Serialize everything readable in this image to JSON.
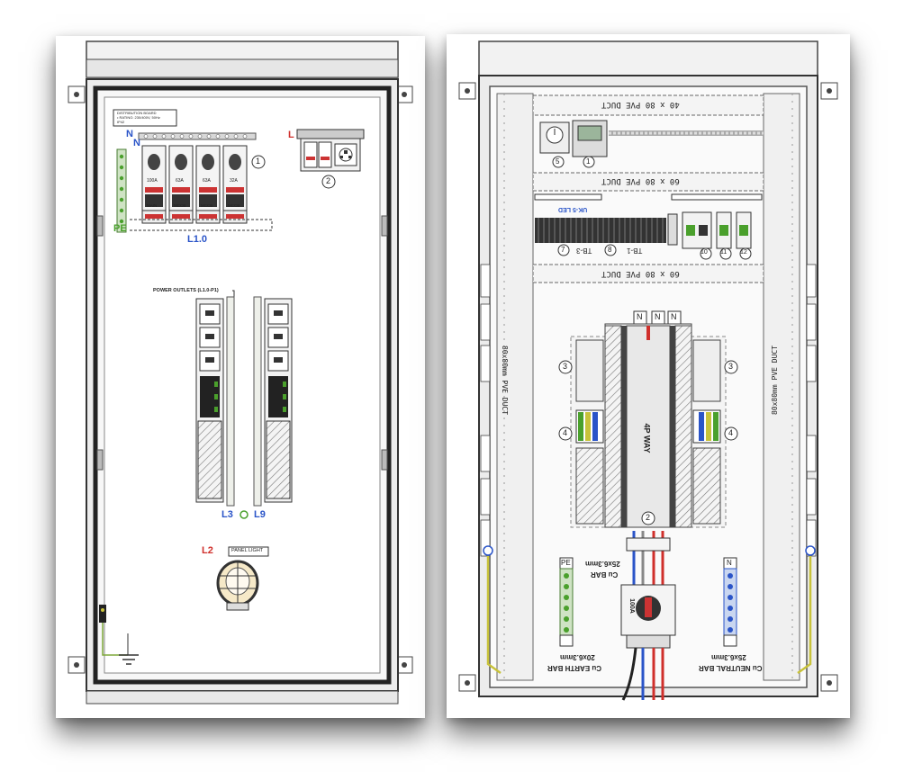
{
  "left_panel": {
    "nameplate_line1": "DISTRIBUTION BOARD",
    "nameplate_line2": "• RATING: 230/400V, 50Hz",
    "nameplate_line3": "IP42",
    "neutral_label": "N",
    "neutral_label_2": "N",
    "earth_label": "PE",
    "line_label": "L",
    "feeder_label": "L1.0",
    "breakers": [
      {
        "rating": "100A",
        "type": "MAIN"
      },
      {
        "rating": "63A",
        "type": "MCCB"
      },
      {
        "rating": "63A",
        "type": "MCCB"
      },
      {
        "rating": "32A",
        "type": "MCCB"
      }
    ],
    "callout_1": "1",
    "callout_2": "2",
    "outlets_label": "POWER OUTLETS (L1.0-P1)",
    "strip_left_label": "L3",
    "strip_right_label": "L9",
    "panel_light_label": "PANEL LIGHT",
    "light_line_label": "L2"
  },
  "right_panel": {
    "duct_top": "40 x 80 PVE DUCT",
    "duct_mid1": "60 x 80 PVE DUCT",
    "duct_mid2": "60 x 80 PVE DUCT",
    "duct_side_left": "80x80mm PVE DUCT",
    "duct_side_right": "80x80mm PVE DUCT",
    "led_label": "UK-5 LED",
    "tb3_label": "TB-3",
    "tb1_label": "TB-1",
    "busbar_label": "4P WAY",
    "cu_bar_line1": "25x6.3mm",
    "cu_bar_line2": "Cu BAR",
    "switch_rating": "100A",
    "earth_bar_head": "PE",
    "earth_bar_line1": "20x6.3mm",
    "earth_bar_line2": "Cu EARTH BAR",
    "neutral_bar_head": "N",
    "neutral_bar_line1": "25x6.3mm",
    "neutral_bar_line2": "Cu NEUTRAL BAR",
    "n_tags": [
      "N",
      "N",
      "N"
    ],
    "callouts": [
      "5",
      "1",
      "7",
      "8",
      "10",
      "11",
      "12",
      "3",
      "3",
      "4",
      "4",
      "2"
    ]
  },
  "colors": {
    "neutral_blue": "#2a54c8",
    "line_red": "#d0302c",
    "earth_green": "#4aa02c",
    "cable_yellow": "#c8c23a"
  }
}
